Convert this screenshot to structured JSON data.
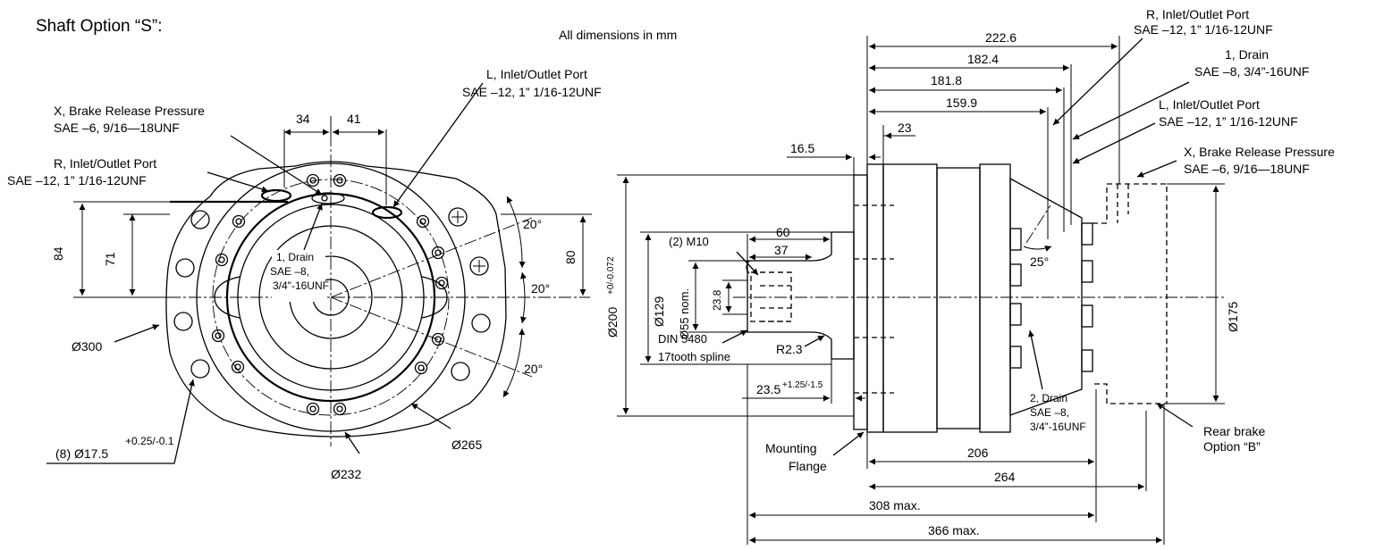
{
  "title": "Shaft Option “S”:",
  "note": "All dimensions in mm",
  "front_view": {
    "port_l": [
      "L, Inlet/Outlet Port",
      "SAE –12, 1” 1/16-12UNF"
    ],
    "port_x": [
      "X, Brake Release Pressure",
      "SAE –6, 9/16—18UNF"
    ],
    "port_r": [
      "R, Inlet/Outlet Port",
      "SAE –12, 1” 1/16-12UNF"
    ],
    "drain": [
      "1, Drain",
      "SAE –8,",
      "3/4\"-16UNF"
    ],
    "dim_34": "34",
    "dim_41": "41",
    "dim_84": "84",
    "dim_71": "71",
    "dim_80": "80",
    "angle_top": "20°",
    "angle_mid": "20°",
    "angle_bot": "20°",
    "dia_300": "Ø300",
    "dia_265": "Ø265",
    "dia_232": "Ø232",
    "holes": "(8) Ø17.5",
    "holes_tol": "+0.25/-0.1"
  },
  "side_view": {
    "port_r": [
      "R, Inlet/Outlet Port",
      "SAE –12, 1” 1/16-12UNF"
    ],
    "drain1": [
      "1, Drain",
      "SAE –8, 3/4”-16UNF"
    ],
    "port_l": [
      "L, Inlet/Outlet Port",
      "SAE –12, 1” 1/16-12UNF"
    ],
    "port_x": [
      "X, Brake Release Pressure",
      "SAE –6, 9/16—18UNF"
    ],
    "dim_222_6": "222.6",
    "dim_182_4": "182.4",
    "dim_181_8": "181.8",
    "dim_159_9": "159.9",
    "dim_23": "23",
    "dim_16_5": "16.5",
    "dia_200": "Ø200",
    "dia_200_tol": "+0/-0.072",
    "dia_129": "Ø129",
    "dim_60": "60",
    "dim_37": "37",
    "thread_m10": "(2) M10",
    "dia_55": "Ø55 nom.",
    "dim_23_8": "23.8",
    "spline": [
      "DIN 5480",
      "17tooth spline"
    ],
    "radius": "R2.3",
    "dim_23_5": "23.5",
    "dim_23_5_tol": "+1.25/-1.5",
    "angle_25": "25°",
    "dia_175": "Ø175",
    "drain2": [
      "2, Drain",
      "SAE –8,",
      "3/4”-16UNF"
    ],
    "rear_brake": [
      "Rear brake",
      "Option “B”"
    ],
    "mounting_flange": [
      "Mounting",
      "Flange"
    ],
    "dim_206": "206",
    "dim_264": "264",
    "dim_308": "308 max.",
    "dim_366": "366 max."
  }
}
